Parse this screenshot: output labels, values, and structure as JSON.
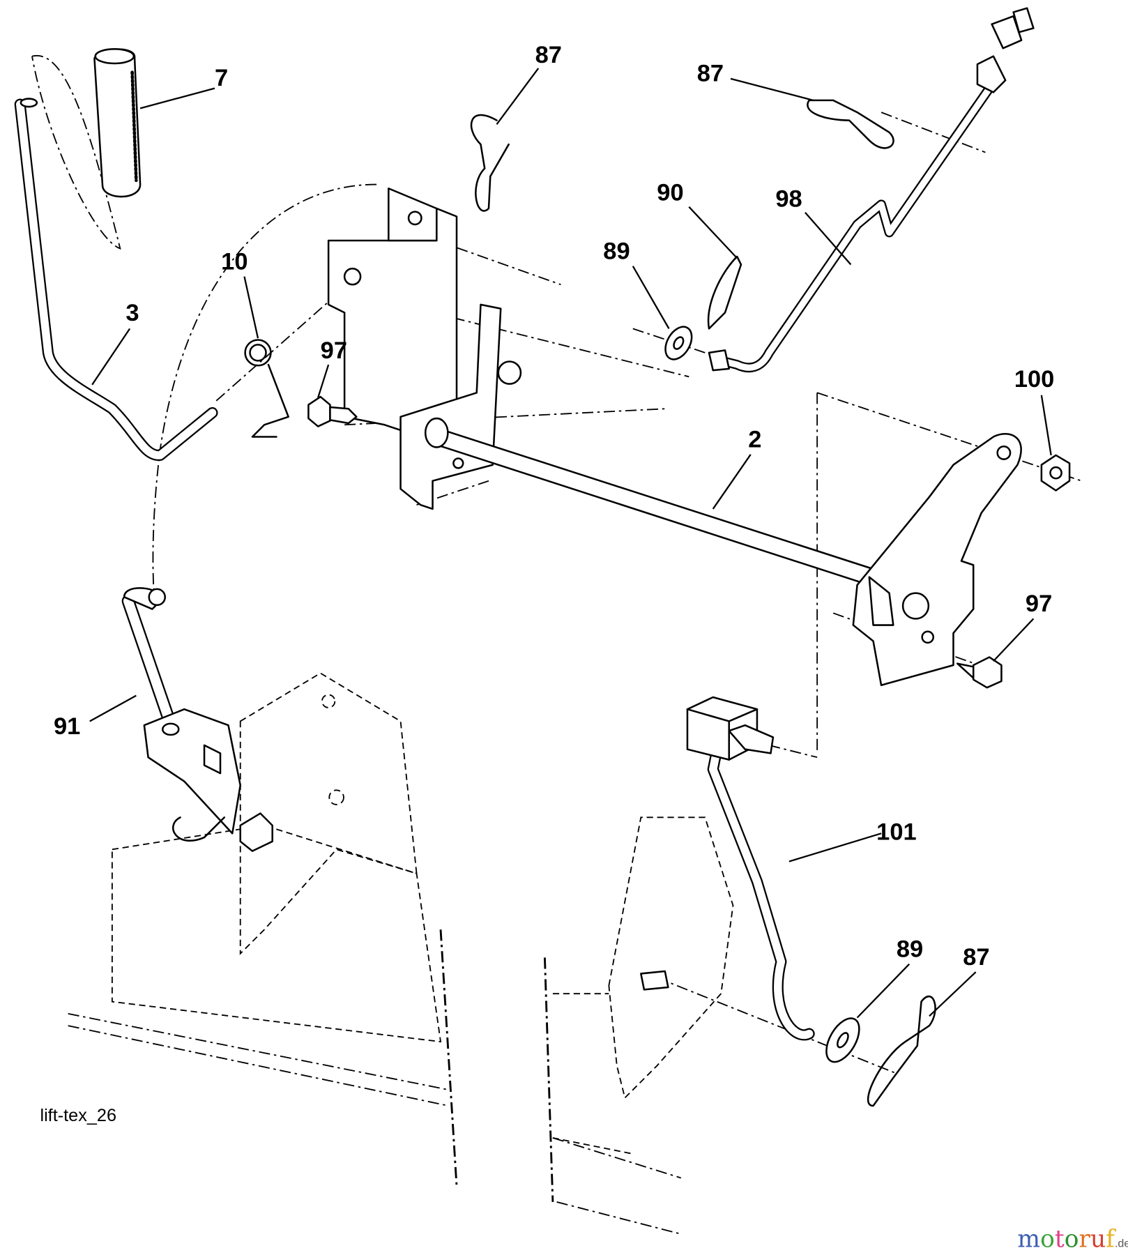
{
  "diagram": {
    "caption": "lift-tex_26",
    "callouts": [
      {
        "id": "c7",
        "label": "7"
      },
      {
        "id": "c87a",
        "label": "87"
      },
      {
        "id": "c87b",
        "label": "87"
      },
      {
        "id": "c90",
        "label": "90"
      },
      {
        "id": "c98",
        "label": "98"
      },
      {
        "id": "c89a",
        "label": "89"
      },
      {
        "id": "c10",
        "label": "10"
      },
      {
        "id": "c3",
        "label": "3"
      },
      {
        "id": "c97a",
        "label": "97"
      },
      {
        "id": "c100",
        "label": "100"
      },
      {
        "id": "c2",
        "label": "2"
      },
      {
        "id": "c97b",
        "label": "97"
      },
      {
        "id": "c91",
        "label": "91"
      },
      {
        "id": "c101",
        "label": "101"
      },
      {
        "id": "c89b",
        "label": "89"
      },
      {
        "id": "c87c",
        "label": "87"
      }
    ]
  },
  "watermark": {
    "text": "motoruf",
    "suffix": ".de",
    "colors": [
      "#3b5fb0",
      "#3aa33a",
      "#e0408a",
      "#2f8f2f",
      "#e07020",
      "#d84030",
      "#e8b020"
    ]
  }
}
